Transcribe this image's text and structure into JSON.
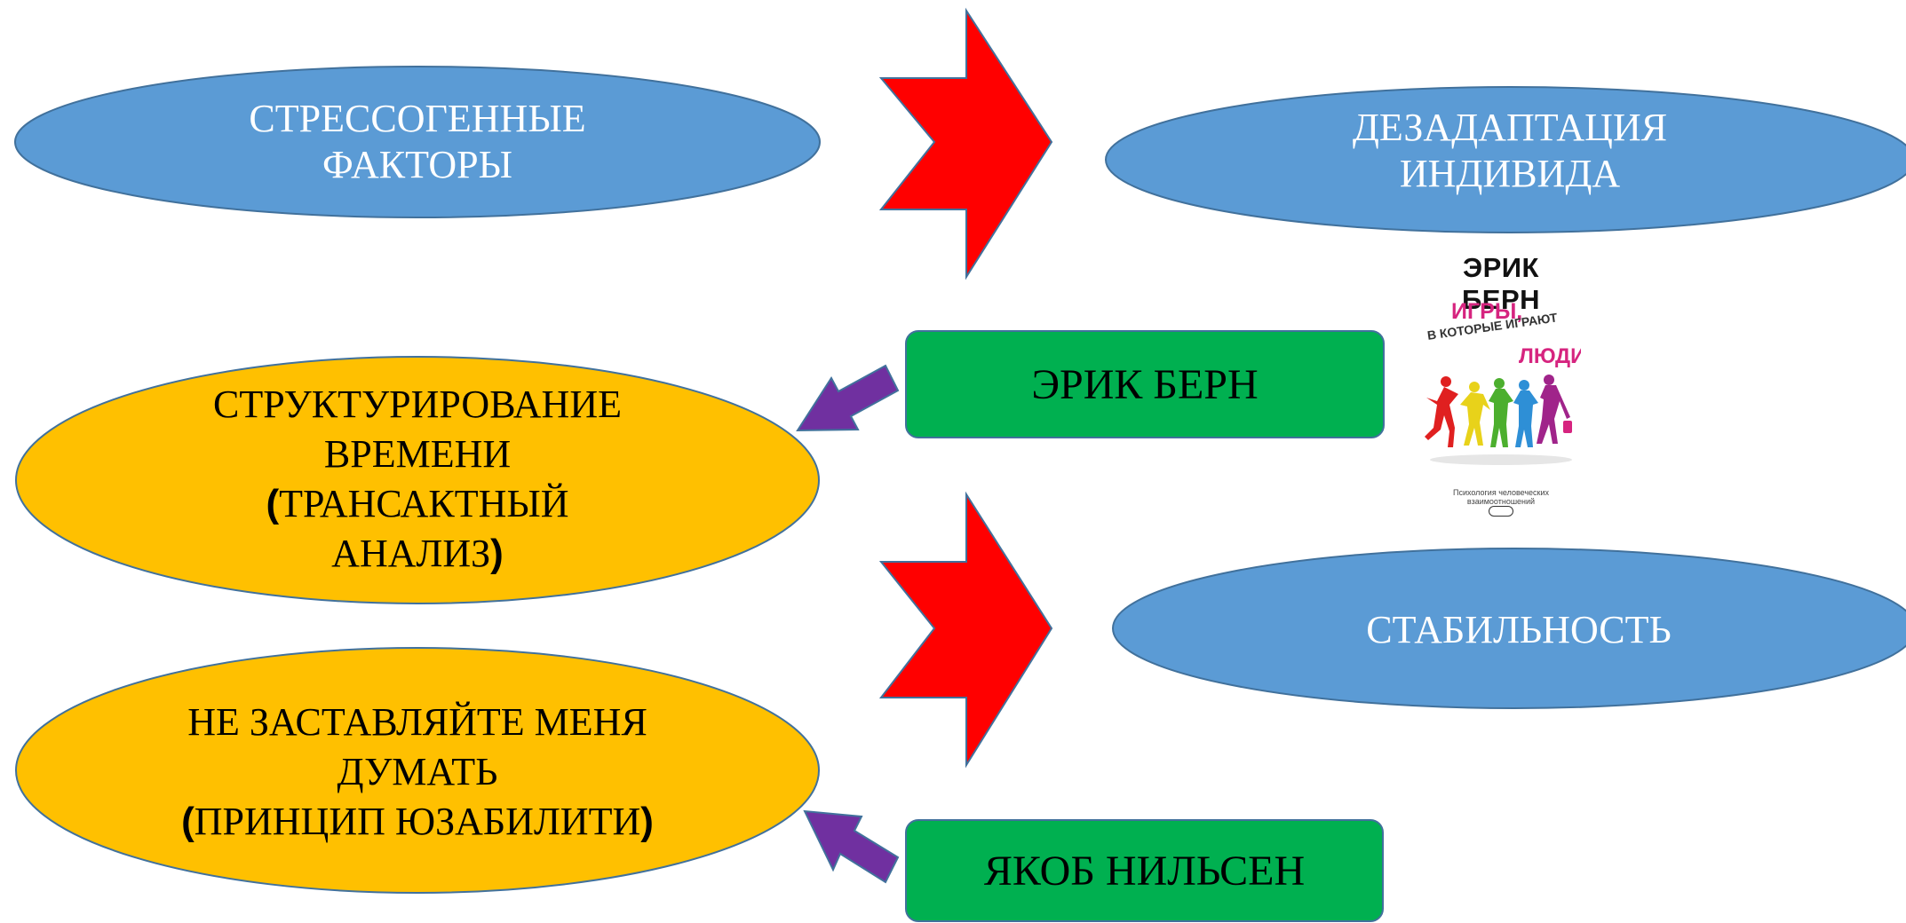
{
  "nodes": {
    "stress_factors": {
      "lines": [
        "СТРЕССОГЕННЫЕ",
        "ФАКТОРЫ"
      ]
    },
    "dezadaptation": {
      "lines": [
        "ДЕЗАДАПТАЦИЯ",
        "ИНДИВИДА"
      ]
    },
    "structuring": {
      "line1": "СТРУКТУРИРОВАНИЕ",
      "line2": "ВРЕМЕНИ",
      "line3_open": "(",
      "line3_text": "ТРАНСАКТНЫЙ",
      "line4_text": "АНАЛИЗ",
      "line4_close": ")"
    },
    "stability": {
      "text": "СТАБИЛЬНОСТЬ"
    },
    "dont_make_think": {
      "line1": "НЕ ЗАСТАВЛЯЙТЕ МЕНЯ",
      "line2": "ДУМАТЬ",
      "line3_open": "(",
      "line3_text": "ПРИНЦИП ЮЗАБИЛИТИ",
      "line3_close": ")"
    },
    "eric_berne": {
      "text": "ЭРИК БЕРН"
    },
    "jakob_nielsen": {
      "text": "ЯКОБ НИЛЬСЕН"
    }
  },
  "book": {
    "author": "ЭРИК БЕРН",
    "title_1": "ИГРЫ,",
    "title_2": "В КОТОРЫЕ ИГРАЮТ",
    "title_3": "ЛЮДИ",
    "subtitle": "Психология человеческих взаимоотношений"
  },
  "colors": {
    "blue": "#5b9bd5",
    "orange": "#ffc000",
    "green": "#00b050",
    "red": "#ff0000",
    "purple": "#7030a0",
    "stroke": "#41719c"
  }
}
